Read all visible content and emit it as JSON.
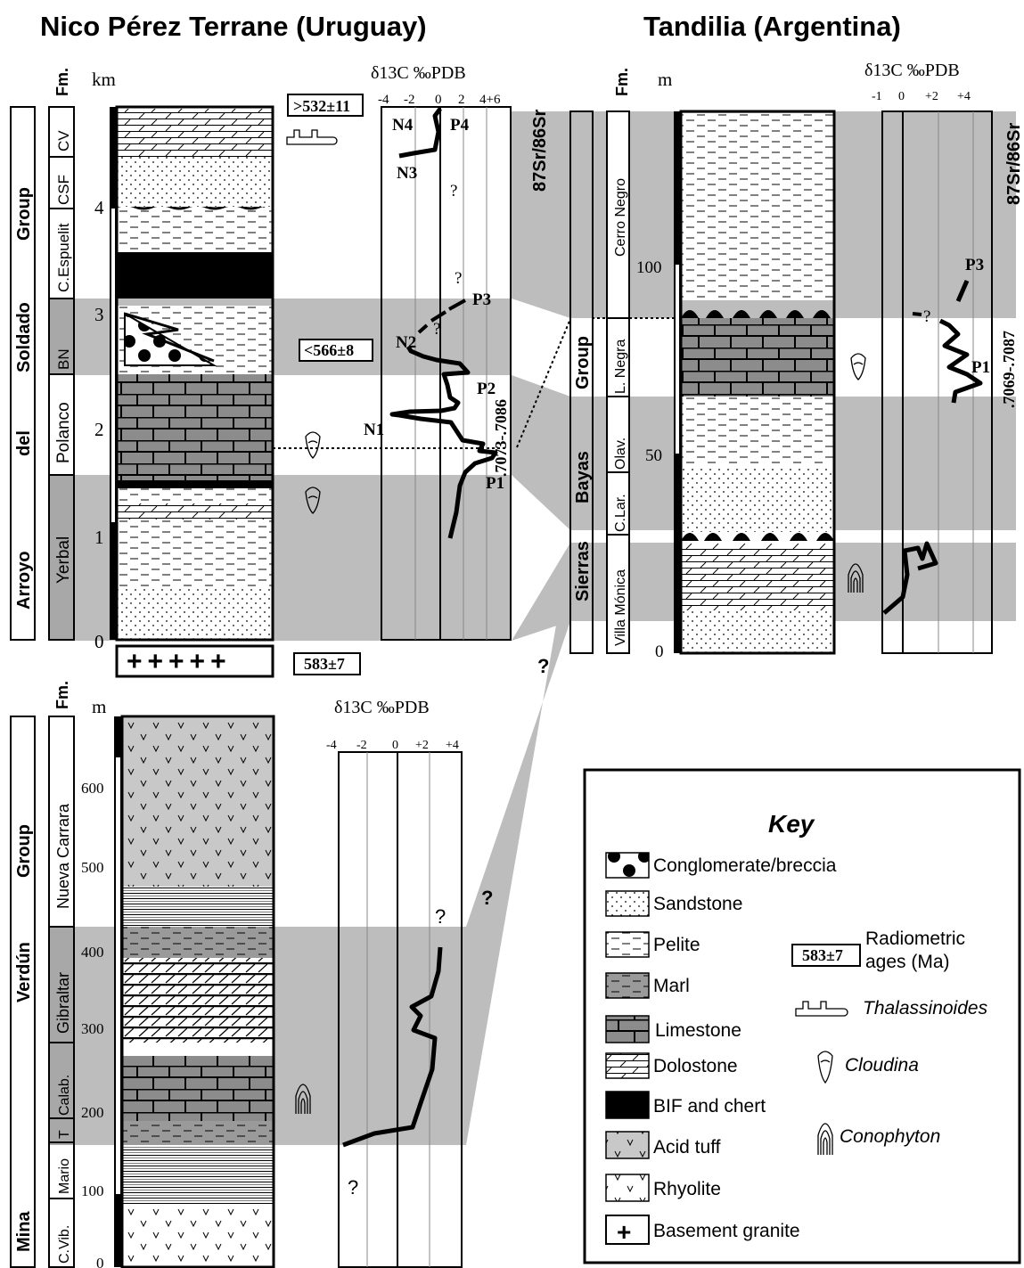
{
  "titles": {
    "left": "Nico Pérez Terrane (Uruguay)",
    "right": "Tandilia (Argentina)"
  },
  "headers": {
    "fm": "Fm.",
    "km": "km",
    "m": "m",
    "d13c": "δ13C ‰PDB",
    "sr": "87Sr/86Sr"
  },
  "np": {
    "group_label": "Arroyo del Soldado Group",
    "group_words": [
      "Arroyo",
      "del",
      "Soldado",
      "Group"
    ],
    "formations": [
      "Yerbal",
      "Polanco",
      "BN",
      "C.Espuelit",
      "CSF",
      "CV"
    ],
    "depth_ticks": [
      "0",
      "1",
      "2",
      "3",
      "4"
    ],
    "d13c_ticks": [
      "-4",
      "-2",
      "0",
      "2",
      "4+6"
    ],
    "ages": [
      ">532±11",
      "<566±8",
      "583±7"
    ],
    "sr_range": ".7073-.7086",
    "peaks": [
      "N4",
      "P4",
      "N3",
      "P3",
      "N2",
      "P2",
      "N1",
      "P1"
    ],
    "basement": "+++++"
  },
  "tandilia": {
    "group_words": [
      "Sierras",
      "Bayas",
      "Group"
    ],
    "formations": [
      "Villa Mónica",
      "C.Lar.",
      "Olav.",
      "L. Negra",
      "Cerro Negro"
    ],
    "depth_ticks": [
      "0",
      "50",
      "100"
    ],
    "d13c_ticks": [
      "-1",
      "0",
      "+2",
      "+4"
    ],
    "sr_range": ".7069-.7087",
    "peaks": [
      "P3",
      "P1"
    ]
  },
  "mina": {
    "group_words": [
      "Mina",
      "Verdún",
      "Group"
    ],
    "formations": [
      "C.Vib.",
      "Mario",
      "T",
      "Calab.",
      "Gibraltar",
      "Nueva Carrara"
    ],
    "depth_ticks": [
      "0",
      "100",
      "200",
      "300",
      "400",
      "500",
      "600"
    ],
    "d13c_ticks": [
      "-4",
      "-2",
      "0",
      "+2",
      "+4"
    ]
  },
  "question_mark": "?",
  "key": {
    "title": "Key",
    "items": [
      "Conglomerate/breccia",
      "Sandstone",
      "Pelite",
      "Marl",
      "Limestone",
      "Dolostone",
      "BIF and chert",
      "Acid tuff",
      "Rhyolite",
      "Basement granite"
    ],
    "age_sample": "583±7",
    "age_label_1": "Radiometric",
    "age_label_2": "ages (Ma)",
    "fossils": [
      "Thalassinoides",
      "Cloudina",
      "Conophyton"
    ]
  }
}
